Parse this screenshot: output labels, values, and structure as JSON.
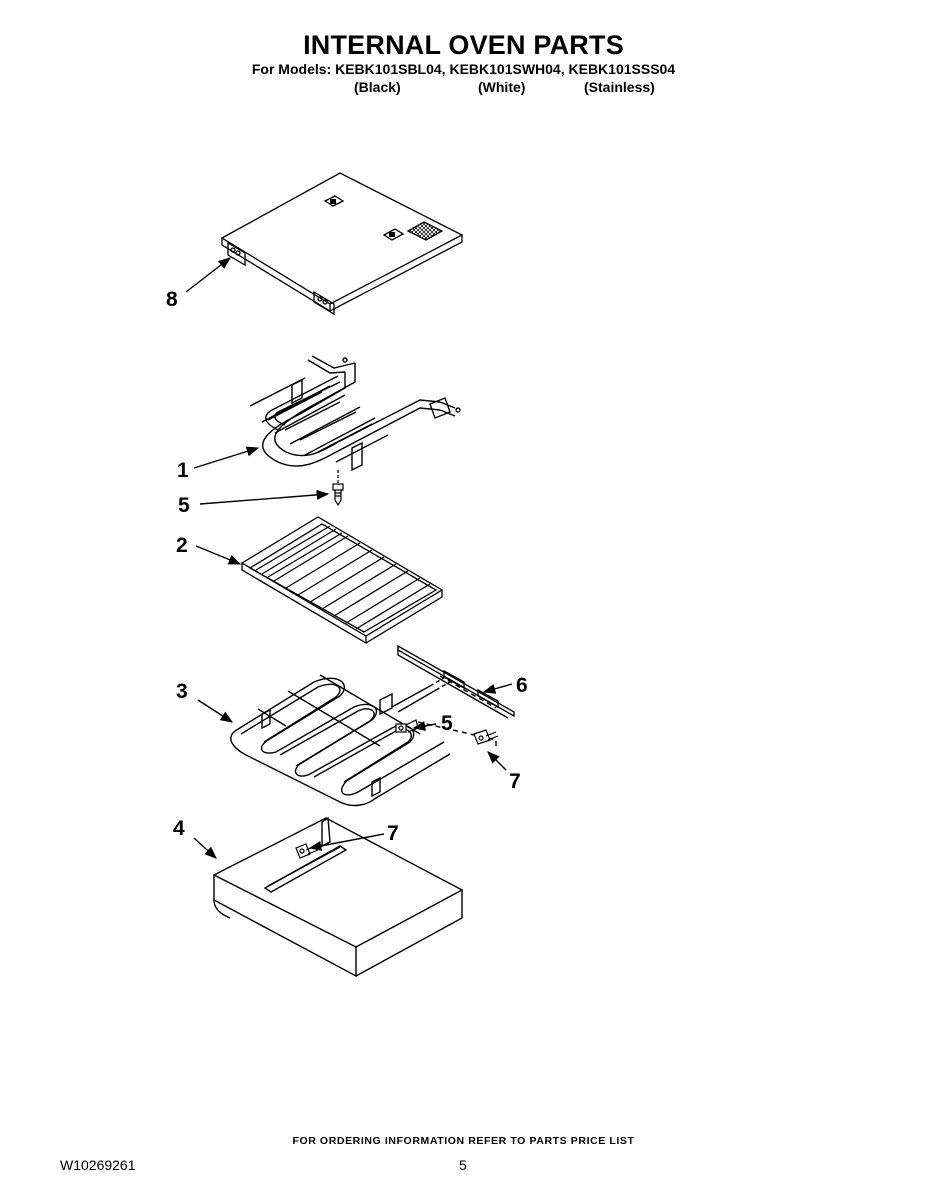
{
  "page": {
    "title": "INTERNAL OVEN PARTS",
    "models_line": "For Models: KEBK101SBL04, KEBK101SWH04, KEBK101SSS04",
    "color_black": "(Black)",
    "color_white": "(White)",
    "color_stainless": "(Stainless)"
  },
  "callouts": {
    "c8": "8",
    "c1": "1",
    "c5a": "5",
    "c2": "2",
    "c3": "3",
    "c6": "6",
    "c5b": "5",
    "c7a": "7",
    "c4": "4",
    "c7b": "7"
  },
  "footer": {
    "ordering_note": "FOR ORDERING INFORMATION REFER TO PARTS PRICE LIST",
    "doc_number": "W10269261",
    "page_number": "5"
  }
}
